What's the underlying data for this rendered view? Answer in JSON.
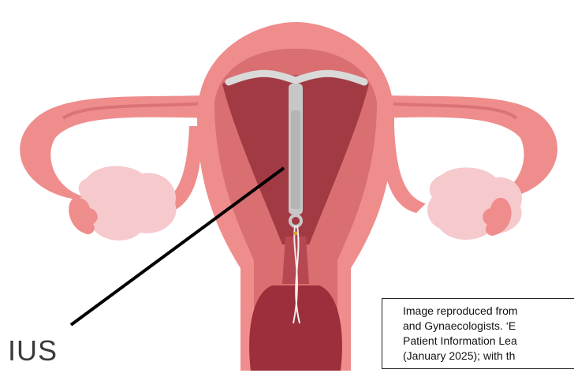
{
  "label": "IUS",
  "caption_lines": [
    "Image reproduced from",
    "and Gynaecologists. ‘E",
    "Patient Information Lea",
    "(January 2025); with th"
  ],
  "colors": {
    "uterus_outer": "#ef8d8d",
    "uterus_mid": "#d96f70",
    "cavity": "#a23a44",
    "cervix_dark": "#9c2f3b",
    "ovary": "#f6c9cd",
    "device_silver": "#c7c7c7",
    "pointer_line": "#000000"
  }
}
